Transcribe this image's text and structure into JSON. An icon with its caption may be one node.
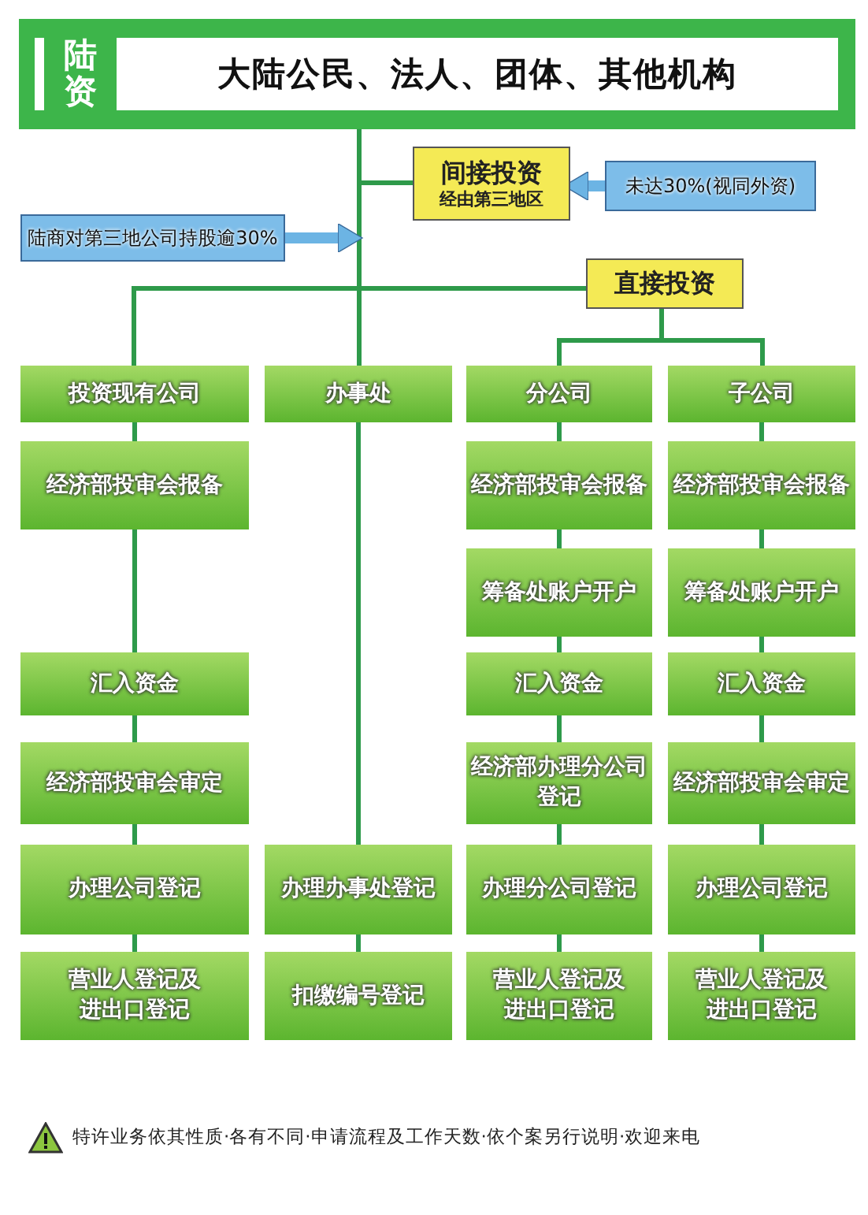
{
  "diagram": {
    "nodes": [
      {
        "text": [
          "陆资",
          "大陆公民、法人、团体、其他机构"
        ]
      },
      {
        "text": [
          "间接投资",
          "经由第三地区"
        ]
      },
      {
        "text": [
          "未达30%(视同外资)"
        ]
      },
      {
        "text": [
          "陆商对第三地公司持股逾30%"
        ]
      },
      {
        "text": [
          "直接投资"
        ]
      },
      {
        "text": [
          "投资现有公司"
        ]
      },
      {
        "text": [
          "经济部投审会报备"
        ]
      },
      {
        "text": [
          "汇入资金"
        ]
      },
      {
        "text": [
          "经济部投审会审定"
        ]
      },
      {
        "text": [
          "办理公司登记"
        ]
      },
      {
        "text": [
          "营业人登记及进出口登记"
        ]
      },
      {
        "text": [
          "办事处"
        ]
      },
      {
        "text": [
          "办理办事处登记"
        ]
      },
      {
        "text": [
          "扣缴编号登记"
        ]
      },
      {
        "text": [
          "分公司"
        ]
      },
      {
        "text": [
          "经济部投审会报备"
        ]
      },
      {
        "text": [
          "筹备处账户开户"
        ]
      },
      {
        "text": [
          "汇入资金"
        ]
      },
      {
        "text": [
          "经济部办理分公司登记"
        ]
      },
      {
        "text": [
          "办理分公司登记"
        ]
      },
      {
        "text": [
          "营业人登记及进出口登记"
        ]
      },
      {
        "text": [
          "子公司"
        ]
      },
      {
        "text": [
          "经济部投审会报备"
        ]
      },
      {
        "text": [
          "筹备处账户开户"
        ]
      },
      {
        "text": [
          "汇入资金"
        ]
      },
      {
        "text": [
          "经济部投审会审定"
        ]
      },
      {
        "text": [
          "办理公司登记"
        ]
      },
      {
        "text": [
          "营业人登记及进出口登记"
        ]
      }
    ],
    "edges": [
      {
        "from": 0,
        "to": 1,
        "arrow": "none"
      },
      {
        "from": 0,
        "to": 4,
        "arrow": "none"
      },
      {
        "from": 0,
        "to": 11,
        "arrow": "none"
      },
      {
        "from": 4,
        "to": 5,
        "arrow": "none"
      },
      {
        "from": 4,
        "to": 14,
        "arrow": "none"
      },
      {
        "from": 4,
        "to": 21,
        "arrow": "none"
      },
      {
        "from": 2,
        "to": 1,
        "arrow": "to",
        "style": "thick",
        "color": "#6cb4e4"
      },
      {
        "from": 3,
        "to": null,
        "arrow": "to",
        "style": "thick",
        "color": "#6cb4e4"
      },
      {
        "from": 5,
        "to": 6,
        "arrow": "none"
      },
      {
        "from": 6,
        "to": 7,
        "arrow": "none"
      },
      {
        "from": 7,
        "to": 8,
        "arrow": "none"
      },
      {
        "from": 8,
        "to": 9,
        "arrow": "none"
      },
      {
        "from": 9,
        "to": 10,
        "arrow": "none"
      },
      {
        "from": 11,
        "to": 12,
        "arrow": "none"
      },
      {
        "from": 12,
        "to": 13,
        "arrow": "none"
      },
      {
        "from": 14,
        "to": 15,
        "arrow": "none"
      },
      {
        "from": 15,
        "to": 16,
        "arrow": "none"
      },
      {
        "from": 16,
        "to": 17,
        "arrow": "none"
      },
      {
        "from": 17,
        "to": 18,
        "arrow": "none"
      },
      {
        "from": 18,
        "to": 19,
        "arrow": "none"
      },
      {
        "from": 19,
        "to": 20,
        "arrow": "none"
      },
      {
        "from": 21,
        "to": 22,
        "arrow": "none"
      },
      {
        "from": 22,
        "to": 23,
        "arrow": "none"
      },
      {
        "from": 23,
        "to": 24,
        "arrow": "none"
      },
      {
        "from": 24,
        "to": 25,
        "arrow": "none"
      },
      {
        "from": 25,
        "to": 26,
        "arrow": "none"
      },
      {
        "from": 26,
        "to": 27,
        "arrow": "none"
      }
    ],
    "labels": [
      "特许业务依其性质·各有不同·申请流程及工作天数·依个案另行说明·欢迎来电"
    ]
  }
}
